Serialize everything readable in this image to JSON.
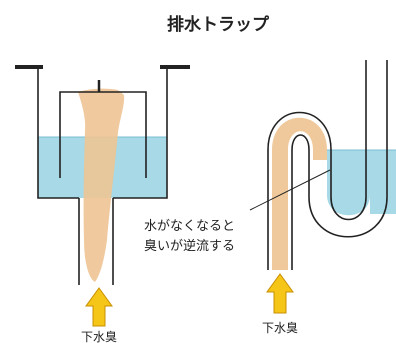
{
  "title": "排水トラップ",
  "annotation": {
    "line1": "水がなくなると",
    "line2": "臭いが逆流する"
  },
  "labels": {
    "left_odor": "下水臭",
    "right_odor": "下水臭"
  },
  "colors": {
    "water": "#a7d9e6",
    "odor": "#eec493",
    "arrow": "#f5c518",
    "arrow_stroke": "#c98f00",
    "line": "#222222"
  }
}
